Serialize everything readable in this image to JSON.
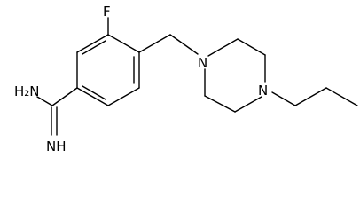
{
  "labels": {
    "fluorine": "F",
    "amine": "H₂N",
    "imine": "NH",
    "piperazine_n1": "N",
    "piperazine_n4": "N"
  }
}
